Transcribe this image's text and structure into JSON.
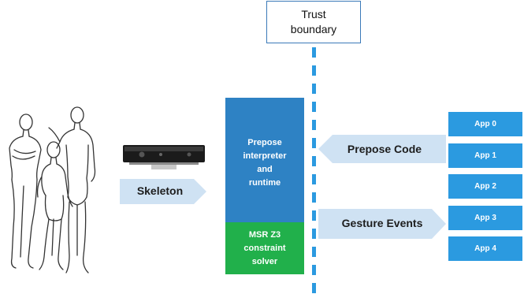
{
  "trust_boundary": {
    "line1": "Trust",
    "line2": "boundary"
  },
  "interpreter": {
    "line1": "Prepose",
    "line2": "interpreter",
    "line3": "and",
    "line4": "runtime"
  },
  "solver": {
    "line1": "MSR Z3",
    "line2": "constraint",
    "line3": "solver"
  },
  "arrows": {
    "skeleton": "Skeleton",
    "prepose_code": "Prepose Code",
    "gesture_events": "Gesture Events"
  },
  "apps": [
    "App 0",
    "App 1",
    "App 2",
    "App 3",
    "App 4"
  ],
  "colors": {
    "interpreter_blue": "#2e82c4",
    "solver_green": "#21b04b",
    "app_blue": "#2b9ae0",
    "arrow_fill": "#cfe2f3",
    "boundary_line": "#2b9ae0"
  }
}
